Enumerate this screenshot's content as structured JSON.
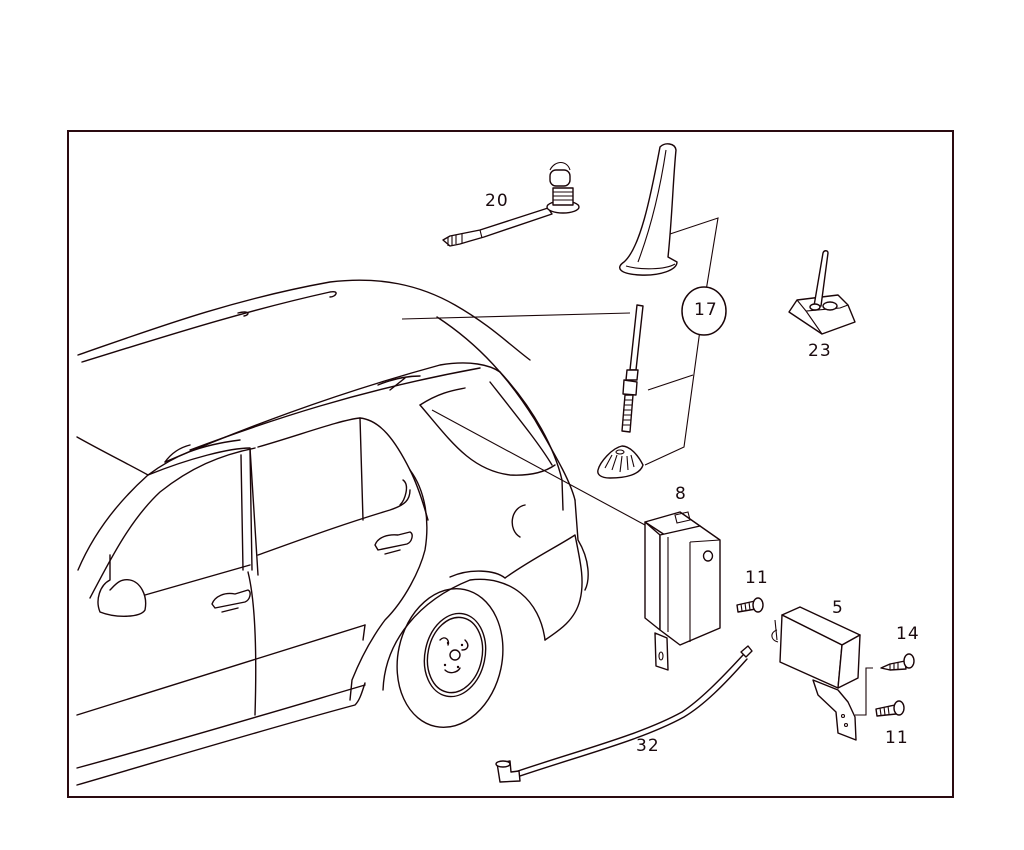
{
  "diagram": {
    "type": "exploded-parts-diagram",
    "subject": "vehicle antenna system (SUV rear side view)",
    "stroke_color": "#1a0508",
    "background": "#ffffff"
  },
  "parts": [
    {
      "ref": "20",
      "label": "20",
      "description": "antenna base with cable and connector"
    },
    {
      "ref": "17",
      "label": "17",
      "description": "antenna assembly group (fin cover, rod, base)",
      "circled": true
    },
    {
      "ref": "23",
      "label": "23",
      "description": "small antenna on base"
    },
    {
      "ref": "8",
      "label": "8",
      "description": "antenna amplifier module"
    },
    {
      "ref": "11a",
      "label": "11",
      "description": "screw for module 8"
    },
    {
      "ref": "5",
      "label": "5",
      "description": "control module with bracket"
    },
    {
      "ref": "14",
      "label": "14",
      "description": "self-tapping screw"
    },
    {
      "ref": "11b",
      "label": "11",
      "description": "screw for bracket"
    },
    {
      "ref": "32",
      "label": "32",
      "description": "coaxial cable with angled connector"
    }
  ]
}
